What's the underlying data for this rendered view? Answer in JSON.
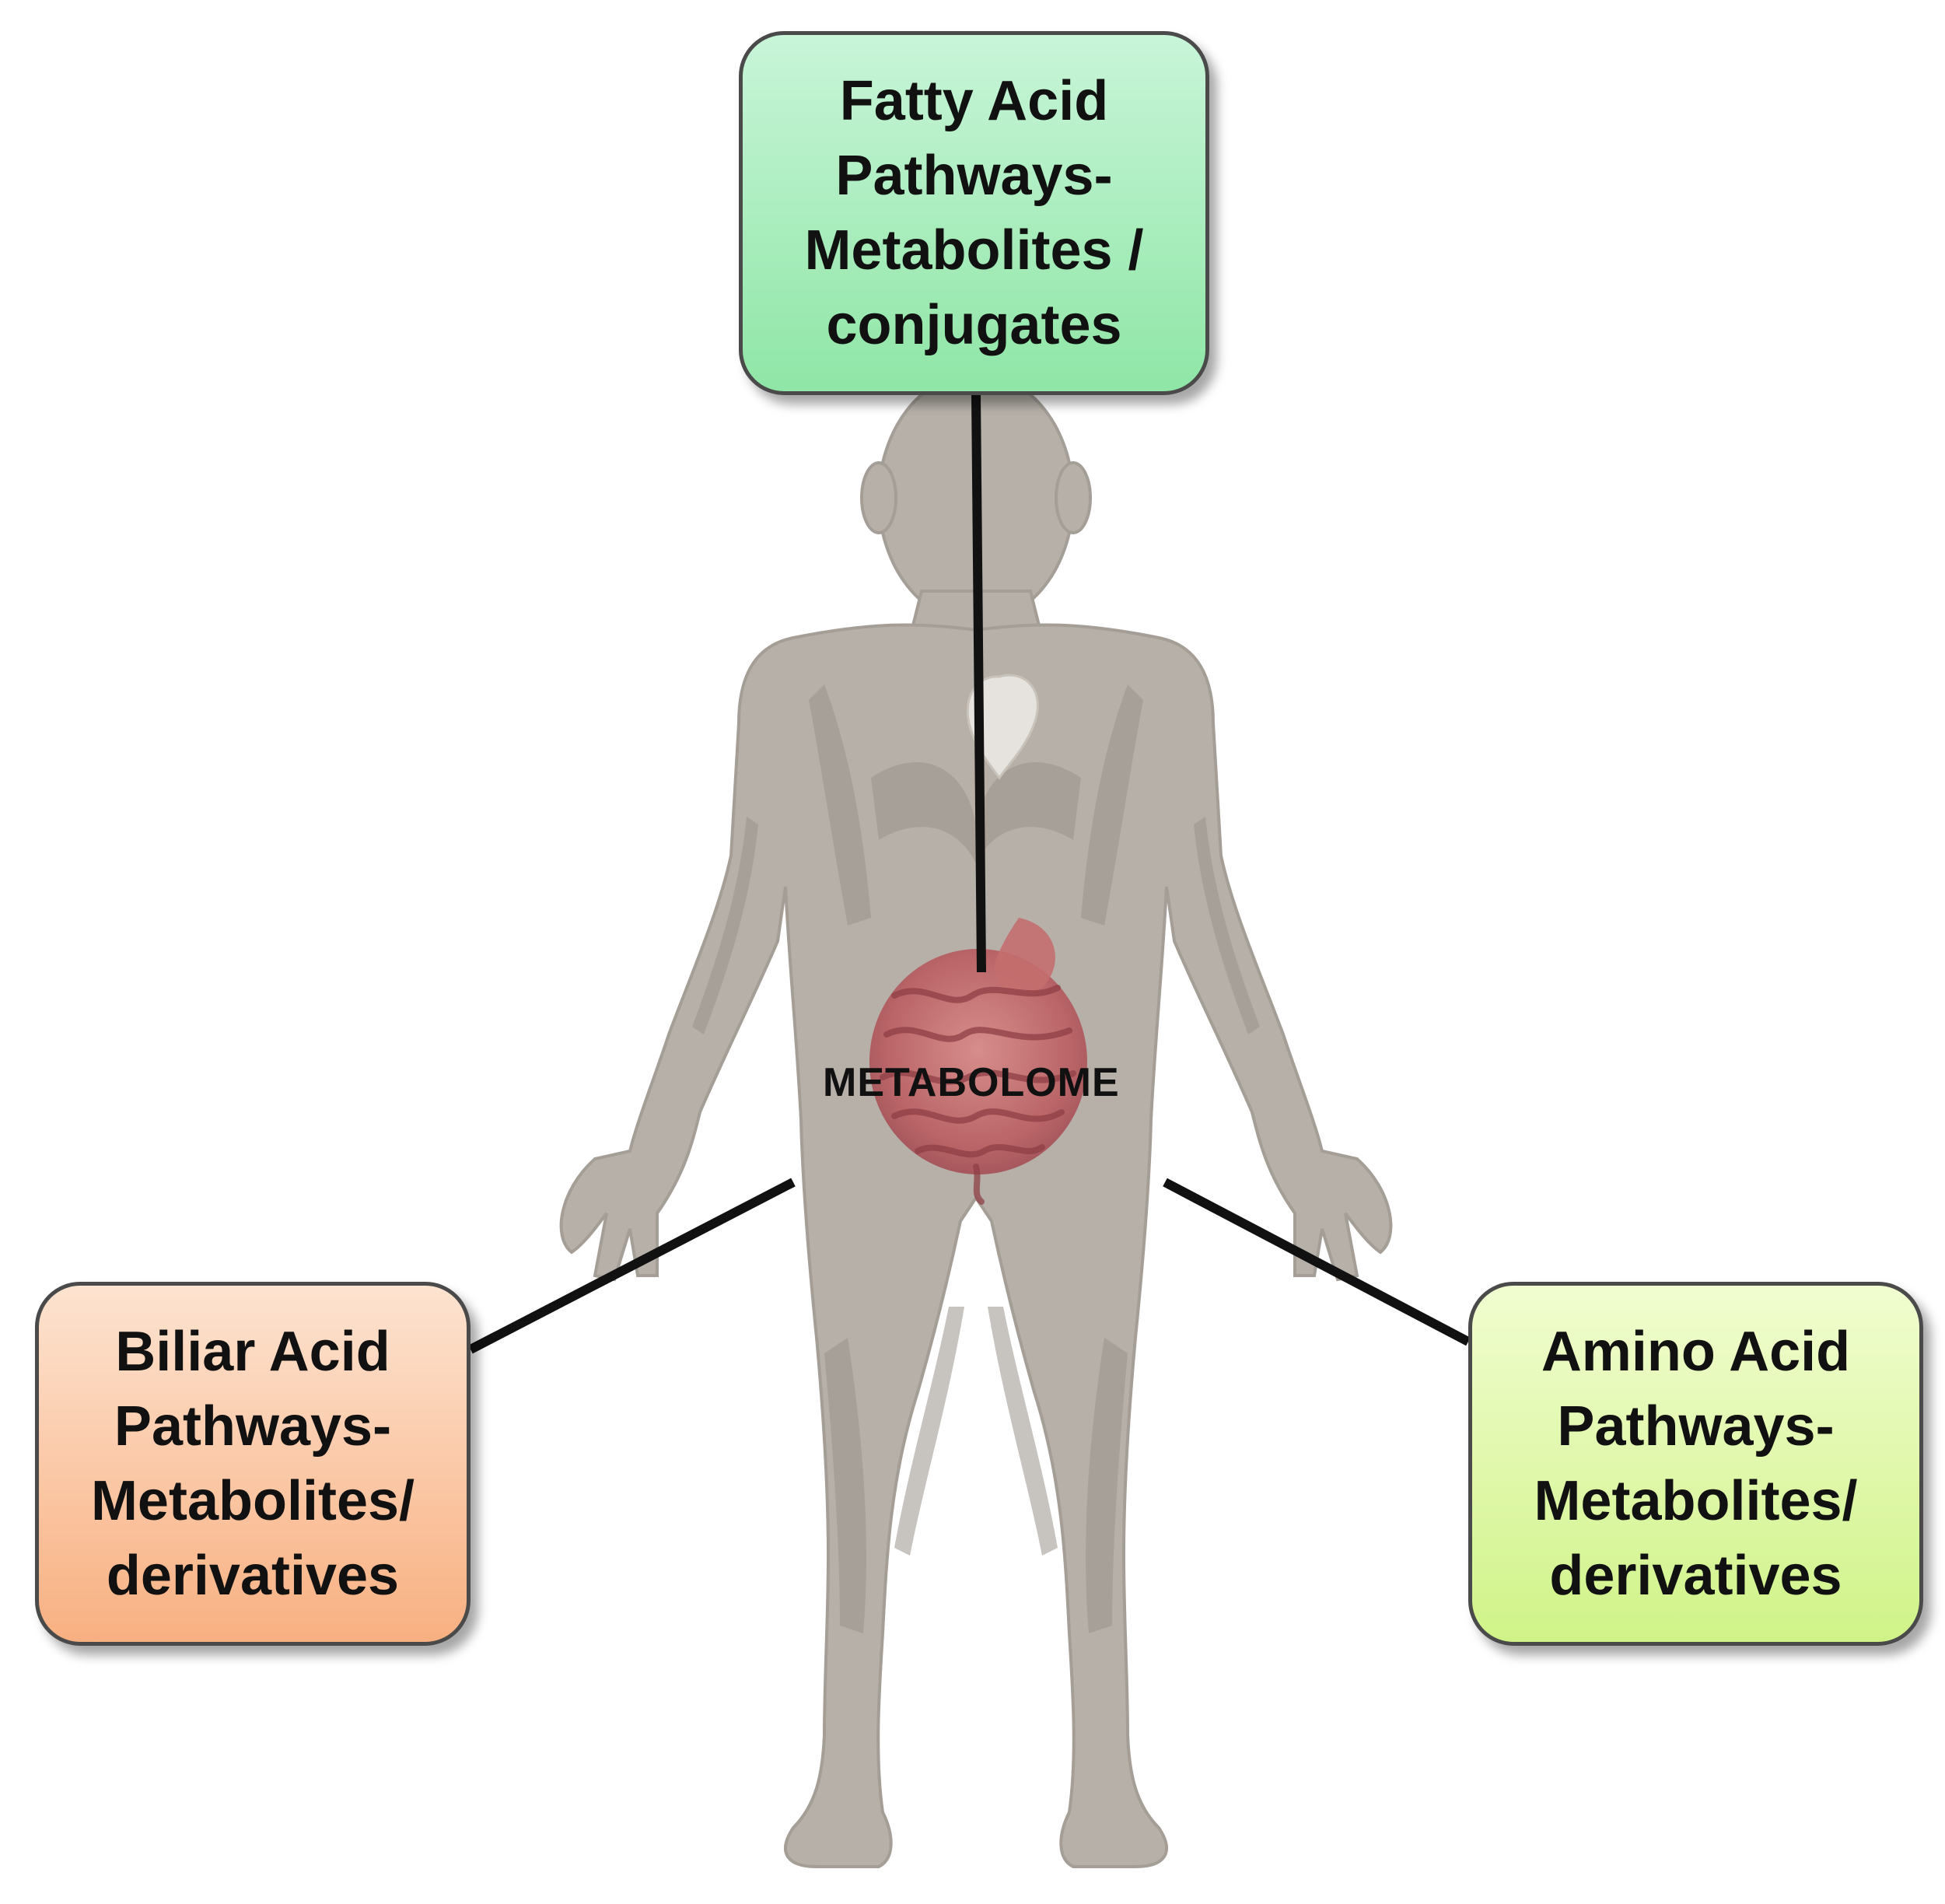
{
  "figure": {
    "center_label": "METABOLOME",
    "boxes": {
      "fatty_acid": {
        "label": "Fatty Acid\nPathways-\nMetabolites /\nconjugates",
        "color": "#a9ecbd"
      },
      "biliar_acid": {
        "label": "Biliar Acid\nPathways-\nMetabolites/\nderivatives",
        "color": "#fbc8a4"
      },
      "amino_acid": {
        "label": "Amino Acid\nPathways-\nMetabolites/\nderivatives",
        "color": "#e2f8ae"
      }
    },
    "colors": {
      "body": "#b6b0a9",
      "body_shade": "#9a948d",
      "intestine": "#c46e6e",
      "connector": "#111111"
    },
    "icons": {
      "body": "human-body-silhouette-icon",
      "intestine": "intestine-icon",
      "heart": "heart-icon"
    }
  }
}
